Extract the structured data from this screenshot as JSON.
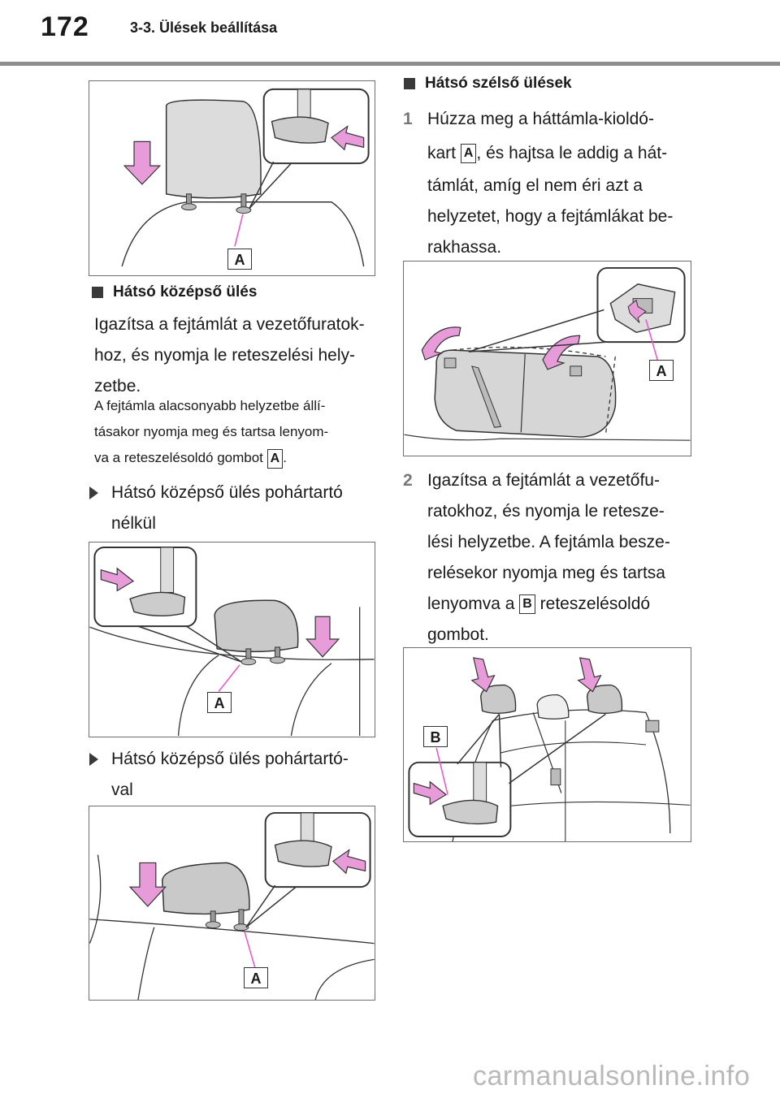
{
  "header": {
    "page_number": "172",
    "section": "3-3. Ülések beállítása"
  },
  "left": {
    "heading_middle": "Hátsó középső ülés",
    "para1": [
      "Igazítsa a fejtámlát a vezetőfuratok-",
      "hoz, és nyomja le reteszelési hely-",
      "zetbe."
    ],
    "note": [
      "A fejtámla alacsonyabb helyzetbe állí-",
      "tásakor nyomja meg és tartsa lenyom-",
      "va a reteszelésoldó gombot",
      "."
    ],
    "bullet1": [
      "Hátsó középső ülés pohártartó",
      "nélkül"
    ],
    "bullet2": [
      "Hátsó középső ülés pohártartó-",
      "val"
    ]
  },
  "right": {
    "heading_outer": "Hátsó szélső ülések",
    "step1_num": "1",
    "step1": [
      "Húzza meg a háttámla-kioldó-",
      "kart",
      ", és hajtsa le addig a hát-",
      "támlát, amíg el nem éri azt a",
      "helyzetet, hogy a fejtámlákat be-",
      "rakhassa."
    ],
    "step2_num": "2",
    "step2": [
      "Igazítsa a fejtámlát a vezetőfu-",
      "ratokhoz, és nyomja le retesze-",
      "lési helyzetbe. A fejtámla besze-",
      "relésekor nyomja meg és tartsa",
      "lenyomva a",
      "reteszelésoldó",
      "gombot."
    ]
  },
  "labels": {
    "a": "A",
    "b": "B"
  },
  "watermark": "carmanualsonline.info",
  "colors": {
    "arrow": "#e79bd9",
    "leader": "#e85bc8",
    "rule": "#8c8c8c"
  }
}
